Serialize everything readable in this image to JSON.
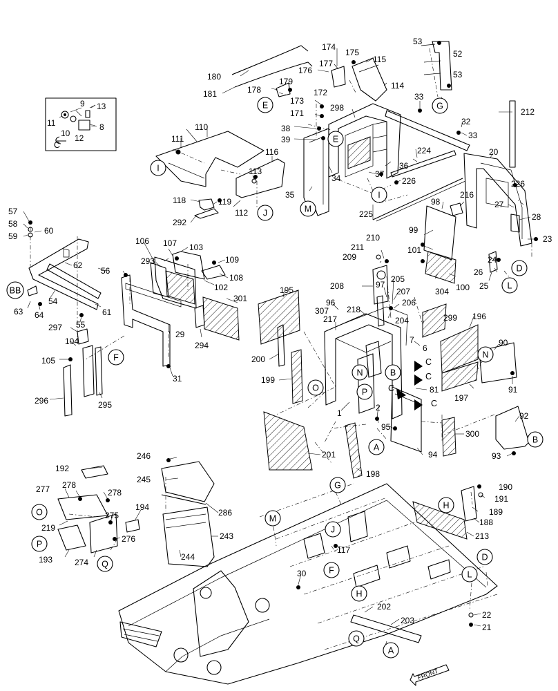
{
  "parts": [
    "1",
    "2",
    "6",
    "7",
    "8",
    "9",
    "10",
    "11",
    "12",
    "13",
    "20",
    "21",
    "22",
    "23",
    "24",
    "25",
    "26",
    "27",
    "28",
    "29",
    "30",
    "31",
    "32",
    "33",
    "33",
    "34",
    "35",
    "36",
    "37",
    "38",
    "39",
    "53",
    "52",
    "53",
    "54",
    "55",
    "56",
    "57",
    "58",
    "59",
    "60",
    "61",
    "62",
    "63",
    "64",
    "81",
    "90",
    "91",
    "92",
    "93",
    "94",
    "95",
    "96",
    "97",
    "98",
    "99",
    "100",
    "101",
    "102",
    "103",
    "104",
    "105",
    "106",
    "107",
    "108",
    "109",
    "110",
    "111",
    "112",
    "113",
    "114",
    "115",
    "116",
    "117",
    "118",
    "119",
    "171",
    "172",
    "173",
    "174",
    "175",
    "176",
    "177",
    "178",
    "179",
    "180",
    "181",
    "188",
    "189",
    "190",
    "191",
    "192",
    "193",
    "194",
    "195",
    "196",
    "197",
    "198",
    "199",
    "200",
    "201",
    "202",
    "203",
    "204",
    "205",
    "206",
    "207",
    "208",
    "209",
    "210",
    "211",
    "212",
    "213",
    "216",
    "217",
    "218",
    "219",
    "224",
    "225",
    "226",
    "226",
    "243",
    "244",
    "245",
    "246",
    "274",
    "275",
    "276",
    "277",
    "278",
    "278",
    "286",
    "292",
    "293",
    "294",
    "295",
    "296",
    "297",
    "298",
    "299",
    "300",
    "301",
    "304",
    "307"
  ],
  "refs": [
    "A",
    "A",
    "B",
    "B",
    "BB",
    "C",
    "C",
    "C",
    "C",
    "C",
    "D",
    "D",
    "E",
    "E",
    "F",
    "F",
    "G",
    "G",
    "H",
    "H",
    "I",
    "I",
    "J",
    "J",
    "L",
    "L",
    "M",
    "M",
    "N",
    "N",
    "O",
    "O",
    "P",
    "P",
    "Q",
    "Q"
  ],
  "front": "FRONT"
}
